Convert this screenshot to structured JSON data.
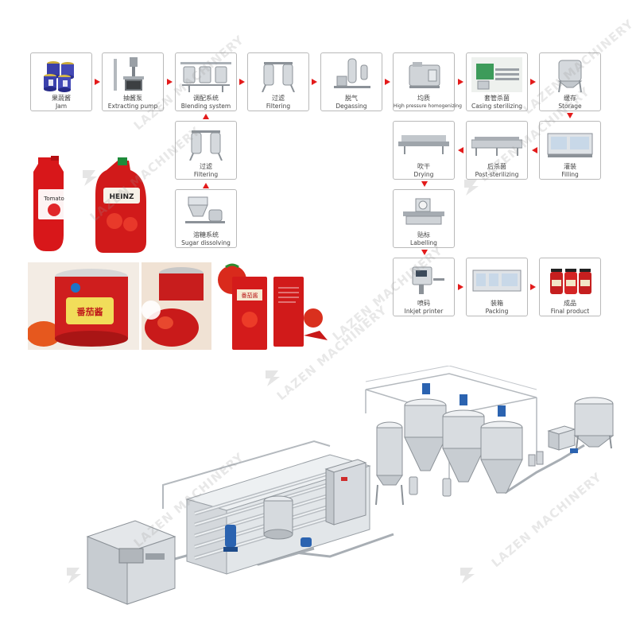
{
  "brand_watermark": "LAZEN MACHINERY",
  "steps": {
    "jam": {
      "cn": "果蔬酱",
      "en": "Jam"
    },
    "extracting": {
      "cn": "抽酱泵",
      "en": "Extracting pump"
    },
    "blending": {
      "cn": "调配系统",
      "en": "Blending system"
    },
    "filtering1": {
      "cn": "过滤",
      "en": "Filtering"
    },
    "degassing": {
      "cn": "脱气",
      "en": "Degassing"
    },
    "homogenizing": {
      "cn": "均质",
      "en": "High pressure homogenizing"
    },
    "casing": {
      "cn": "套管杀菌",
      "en": "Casing sterilizing"
    },
    "storage": {
      "cn": "缓存",
      "en": "Storage"
    },
    "filling": {
      "cn": "灌装",
      "en": "Filling"
    },
    "post": {
      "cn": "后杀菌",
      "en": "Post-sterilizing"
    },
    "drying": {
      "cn": "吹干",
      "en": "Drying"
    },
    "labelling": {
      "cn": "贴标",
      "en": "Labelling"
    },
    "inkjet": {
      "cn": "喷码",
      "en": "Inkjet printer"
    },
    "packing": {
      "cn": "装箱",
      "en": "Packing"
    },
    "final": {
      "cn": "成品",
      "en": "Final product"
    },
    "filtering2": {
      "cn": "过滤",
      "en": "Filtering"
    },
    "sugar": {
      "cn": "溶糖系统",
      "en": "Sugar dissolving"
    }
  },
  "product_labels": {
    "bottle_brand": "Tomato",
    "pouch_brand": "HEINZ",
    "can_text": "番茄酱",
    "sachet_text": "番茄酱"
  },
  "colors": {
    "arrow": "#e31b1b",
    "box_border": "#b9b9b9",
    "steel": "#c8ccd1",
    "motor_blue": "#2b63b0",
    "ketchup_red": "#d11a1a"
  }
}
